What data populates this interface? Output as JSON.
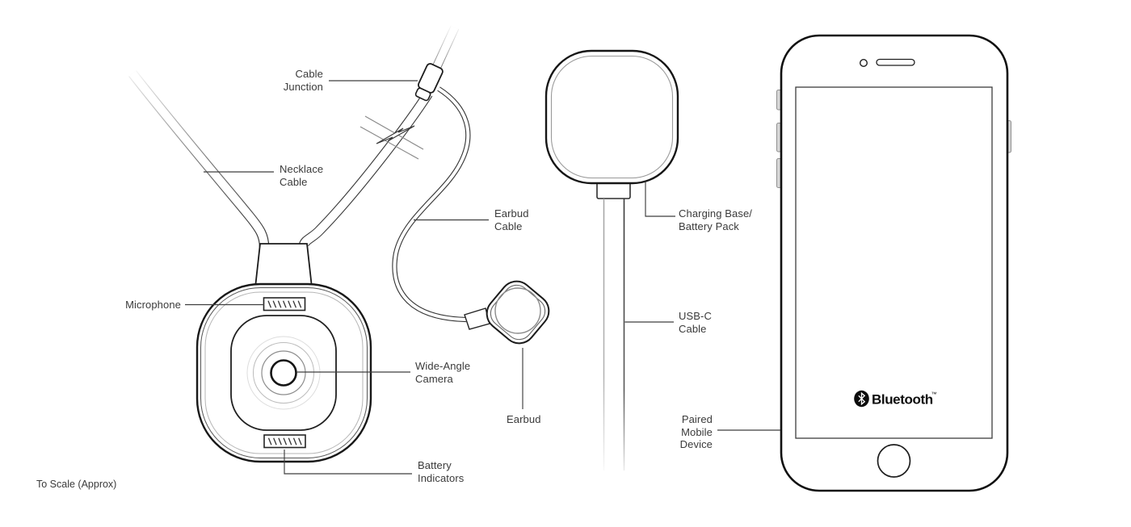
{
  "diagram": {
    "kind": "product-line-art",
    "colors": {
      "background": "#ffffff",
      "line_dark": "#1a1a1a",
      "line_mid": "#555555",
      "line_light": "#b5b5b5",
      "label_text": "#3a3a3a",
      "bluetooth_black": "#0c0c0c"
    },
    "icons": {
      "bluetooth_logo": "bluetooth-rune-in-black-oval"
    }
  },
  "labels": {
    "cable_junction": "Cable\nJunction",
    "necklace_cable": "Necklace\nCable",
    "microphone": "Microphone",
    "wide_angle_camera": "Wide-Angle\nCamera",
    "battery_indicators": "Battery\nIndicators",
    "earbud_cable": "Earbud\nCable",
    "earbud": "Earbud",
    "charging_base_battery_pack": "Charging Base/\nBattery Pack",
    "usb_c_cable": "USB-C\nCable",
    "paired_mobile_device": "Paired\nMobile\nDevice",
    "to_scale_note": "To Scale (Approx)",
    "bluetooth_wordmark": "Bluetooth",
    "bluetooth_tm": "™"
  }
}
